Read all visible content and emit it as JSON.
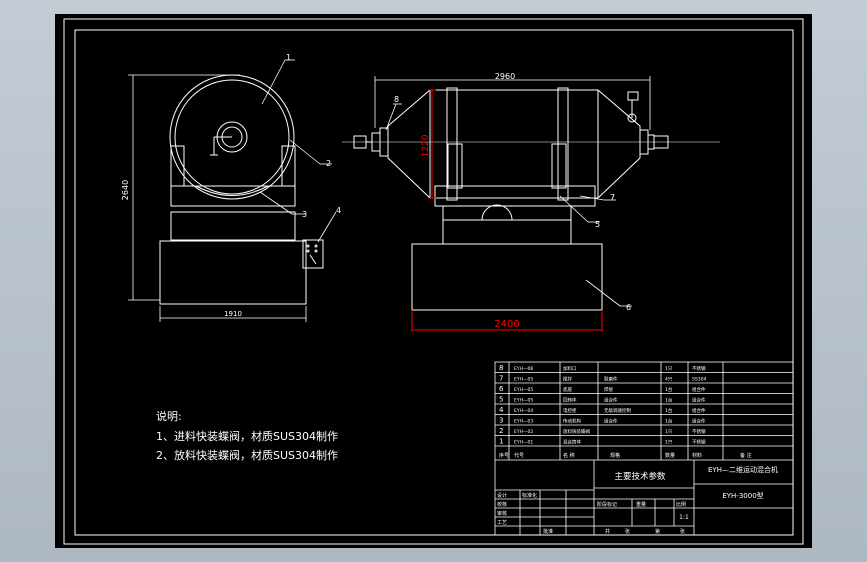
{
  "drawing": {
    "background": "#000000",
    "line_color": "#ffffff",
    "dimension_color": "#ff0000"
  },
  "dimensions": {
    "top_length": "2960",
    "left_height": "2640",
    "vessel_diameter": "1220",
    "base_width_left": "1910",
    "base_width_right": "2400"
  },
  "balloons": [
    "1",
    "2",
    "3",
    "4",
    "5",
    "6",
    "7",
    "8"
  ],
  "notes": {
    "heading": "说明:",
    "line1": "1、进料快装蝶阀，材质SUS304制作",
    "line2": "2、放料快装蝶阀，材质SUS304制作"
  },
  "parts_table": {
    "rows": [
      {
        "no": "8",
        "code": "EYH—06",
        "name": "加料口",
        "spec": "",
        "qty": "1只",
        "material": "不锈钢"
      },
      {
        "no": "7",
        "code": "EYH—05",
        "name": "搅拌",
        "spec": "耐磨件",
        "qty": "4只",
        "material": "SS304"
      },
      {
        "no": "6",
        "code": "EYH—05",
        "name": "底座",
        "spec": "焊接",
        "qty": "1台",
        "material": "组合件"
      },
      {
        "no": "5",
        "code": "EYH—05",
        "name": "回转体",
        "spec": "组合件",
        "qty": "1台",
        "material": "组合件"
      },
      {
        "no": "4",
        "code": "EYH—04",
        "name": "电控柜",
        "spec": "无级调速控制",
        "qty": "1台",
        "material": "组合件"
      },
      {
        "no": "3",
        "code": "EYH—03",
        "name": "传动机构",
        "spec": "组合件",
        "qty": "1台",
        "material": "组合件"
      },
      {
        "no": "2",
        "code": "EYH—02",
        "name": "放料快装蝶阀",
        "spec": "",
        "qty": "1只",
        "material": "不锈钢"
      },
      {
        "no": "1",
        "code": "EYH—01",
        "name": "混合筒体",
        "spec": "",
        "qty": "1只",
        "material": "不锈钢"
      }
    ],
    "header": {
      "no": "序号",
      "code": "代号",
      "name": "名 称",
      "spec": "规格",
      "qty": "数量",
      "material": "材料",
      "note": "备 注"
    },
    "tech_params": "主要技术参数",
    "machine_name": "EYH—二维运动混合机",
    "model": "EYH-3000型",
    "scale": "1:1",
    "sign_labels": [
      "设计",
      "标准化",
      "校核",
      "审核",
      "工艺",
      "批准"
    ],
    "stage_labels": [
      "阶段标记",
      "重量",
      "比例"
    ],
    "sheet_labels": [
      "共",
      "张",
      "第",
      "张"
    ]
  }
}
